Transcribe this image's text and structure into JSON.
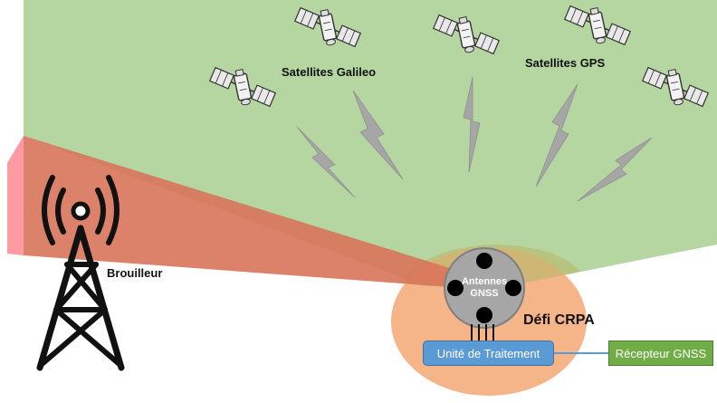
{
  "labels": {
    "galileo": "Satellites Galileo",
    "gps": "Satellites GPS",
    "jammer": "Brouilleur",
    "antennas_line1": "Antennes",
    "antennas_line2": "GNSS",
    "challenge": "Défi CRPA"
  },
  "boxes": {
    "processing_unit": "Unité de Traitement",
    "receiver": "Récepteur GNSS"
  },
  "icons": {
    "satellite": "satellite-icon",
    "tower": "radio-tower-icon",
    "signal": "signal-bolt-icon"
  },
  "colors": {
    "sky": "#b5d6a0",
    "jam_beam": "#d9745a",
    "crpa_zone": "#f4b183",
    "antenna_disc": "#a6a6a6",
    "processing_unit": "#5b9bd5",
    "receiver": "#70ad47",
    "signal": "#a6a6a6"
  }
}
